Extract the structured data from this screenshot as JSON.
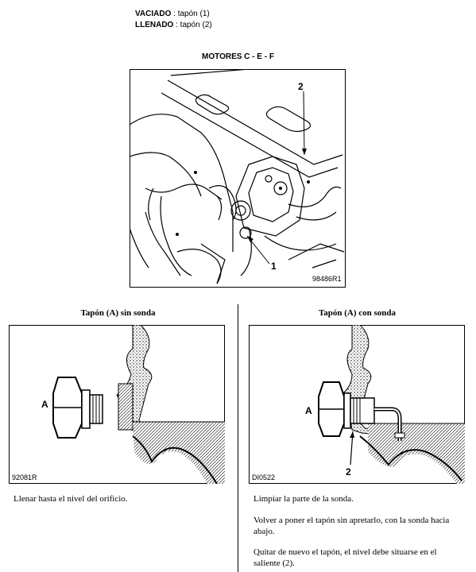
{
  "header": {
    "vaciado_label": "VACIADO",
    "vaciado_value": ": tapón (1)",
    "llenado_label": "LLENADO",
    "llenado_value": ": tapón (2)"
  },
  "engine_section": {
    "title": "MOTORES C - E - F",
    "figure_code": "98486R1",
    "callout_1": "1",
    "callout_2": "2"
  },
  "left_column": {
    "title": "Tapón (A) sin sonda",
    "figure_code": "92081R",
    "callout_a": "A",
    "paragraph": "Llenar hasta el nivel del orificio."
  },
  "right_column": {
    "title": "Tapón (A) con sonda",
    "figure_code": "DI0522",
    "callout_a": "A",
    "callout_2": "2",
    "paragraph_1": "Limpiar la parte de la sonda.",
    "paragraph_2": "Volver a poner el tapón sin apretarlo, con la sonda hacia abajo.",
    "paragraph_3": "Quitar de nuevo el tapón, el nivel debe situarse en el saliente (2)."
  }
}
